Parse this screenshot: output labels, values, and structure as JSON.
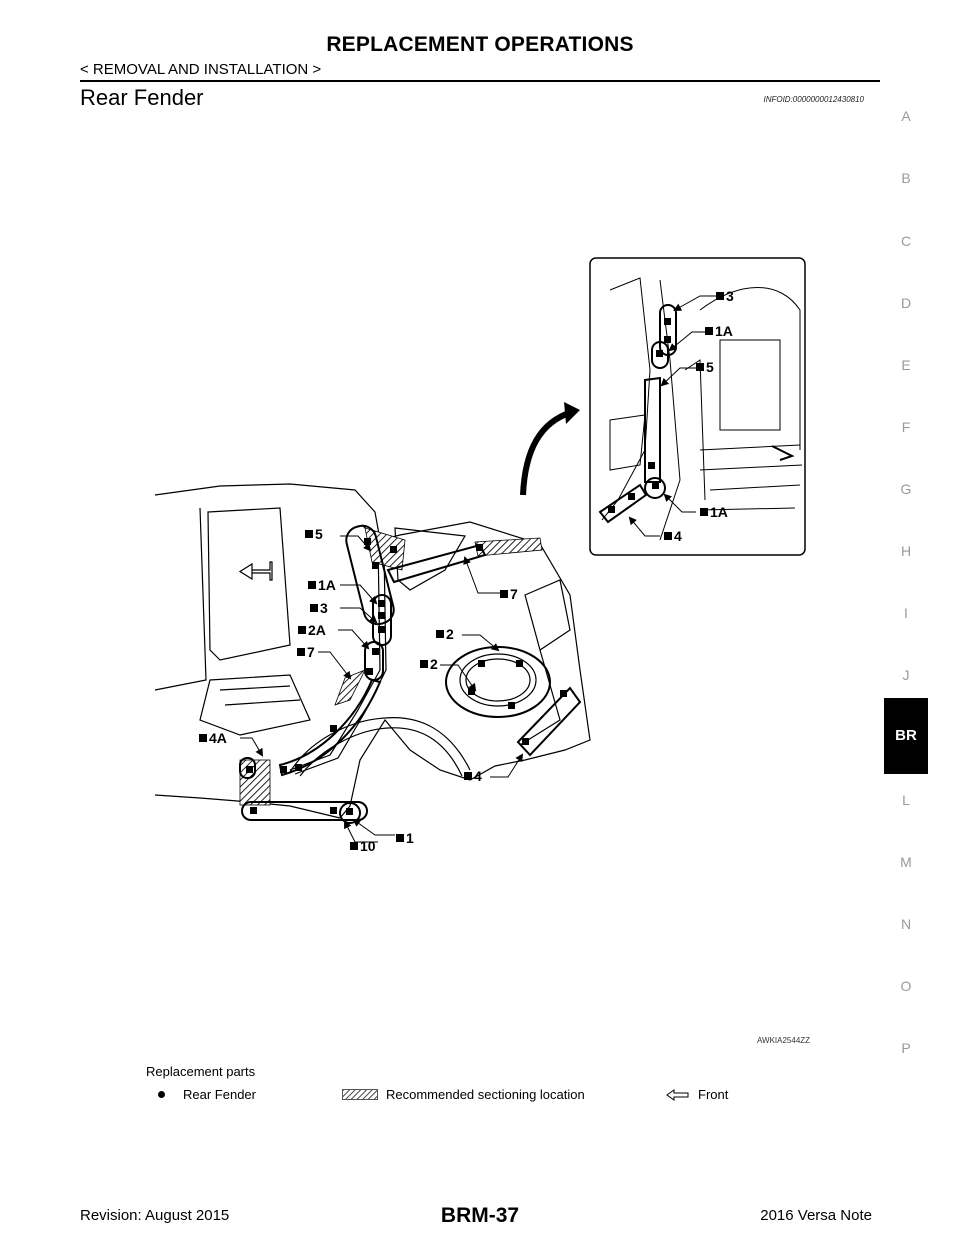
{
  "header": {
    "title": "REPLACEMENT OPERATIONS",
    "breadcrumb": "< REMOVAL AND INSTALLATION >",
    "section_title": "Rear  Fender",
    "info_id": "INFOID:0000000012430810"
  },
  "side_index": [
    "A",
    "B",
    "C",
    "D",
    "E",
    "F",
    "G",
    "H",
    "I",
    "J",
    "BR",
    "L",
    "M",
    "N",
    "O",
    "P"
  ],
  "side_index_active": "BR",
  "diagram": {
    "code": "AWKIA2544ZZ",
    "callouts": {
      "detail_3": "3",
      "detail_1A_top": "1A",
      "detail_5": "5",
      "detail_1A_bottom": "1A",
      "detail_4": "4",
      "main_5": "5",
      "main_1A": "1A",
      "main_3": "3",
      "main_2A": "2A",
      "main_7_left": "7",
      "main_4A": "4A",
      "main_7_right": "7",
      "main_2_top": "2",
      "main_2_bottom": "2",
      "main_4": "4",
      "main_1": "1",
      "main_10": "10"
    }
  },
  "legend": {
    "caption": "Replacement parts",
    "rear_fender": "Rear Fender",
    "sectioning": "Recommended sectioning location",
    "front": "Front"
  },
  "footer": {
    "revision": "Revision: August 2015",
    "page_number": "BRM-37",
    "model": "2016 Versa Note"
  }
}
